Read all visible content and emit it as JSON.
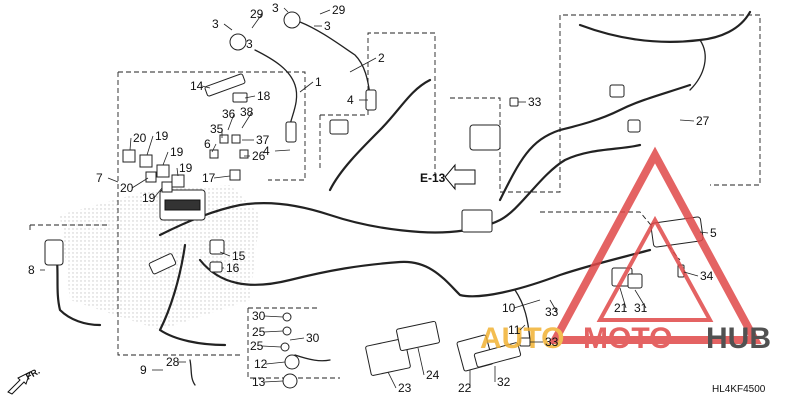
{
  "diagram": {
    "ref_code": "HL4KF4500",
    "arrow_ref": "E-13",
    "front_label": "FR.",
    "callouts": [
      {
        "id": "c3a",
        "label": "3"
      },
      {
        "id": "c29a",
        "label": "29"
      },
      {
        "id": "c3b",
        "label": "3"
      },
      {
        "id": "c3c",
        "label": "3"
      },
      {
        "id": "c29b",
        "label": "29"
      },
      {
        "id": "c3d",
        "label": "3"
      },
      {
        "id": "c2",
        "label": "2"
      },
      {
        "id": "c1",
        "label": "1"
      },
      {
        "id": "c4a",
        "label": "4"
      },
      {
        "id": "c4b",
        "label": "4"
      },
      {
        "id": "c14",
        "label": "14"
      },
      {
        "id": "c18",
        "label": "18"
      },
      {
        "id": "c36",
        "label": "36"
      },
      {
        "id": "c38",
        "label": "38"
      },
      {
        "id": "c35",
        "label": "35"
      },
      {
        "id": "c37",
        "label": "37"
      },
      {
        "id": "c6",
        "label": "6"
      },
      {
        "id": "c26",
        "label": "26"
      },
      {
        "id": "c20a",
        "label": "20"
      },
      {
        "id": "c19a",
        "label": "19"
      },
      {
        "id": "c19b",
        "label": "19"
      },
      {
        "id": "c19c",
        "label": "19"
      },
      {
        "id": "c7",
        "label": "7"
      },
      {
        "id": "c20b",
        "label": "20"
      },
      {
        "id": "c19d",
        "label": "19"
      },
      {
        "id": "c17",
        "label": "17"
      },
      {
        "id": "c33a",
        "label": "33"
      },
      {
        "id": "c27",
        "label": "27"
      },
      {
        "id": "c5",
        "label": "5"
      },
      {
        "id": "c8",
        "label": "8"
      },
      {
        "id": "c15",
        "label": "15"
      },
      {
        "id": "c16",
        "label": "16"
      },
      {
        "id": "c34",
        "label": "34"
      },
      {
        "id": "c21",
        "label": "21"
      },
      {
        "id": "c31",
        "label": "31"
      },
      {
        "id": "c10",
        "label": "10"
      },
      {
        "id": "c33b",
        "label": "33"
      },
      {
        "id": "c33c",
        "label": "33"
      },
      {
        "id": "c30a",
        "label": "30"
      },
      {
        "id": "c25a",
        "label": "25"
      },
      {
        "id": "c30b",
        "label": "30"
      },
      {
        "id": "c25b",
        "label": "25"
      },
      {
        "id": "c12",
        "label": "12"
      },
      {
        "id": "c13",
        "label": "13"
      },
      {
        "id": "c9",
        "label": "9"
      },
      {
        "id": "c28",
        "label": "28"
      },
      {
        "id": "c23",
        "label": "23"
      },
      {
        "id": "c24",
        "label": "24"
      },
      {
        "id": "c22",
        "label": "22"
      },
      {
        "id": "c32",
        "label": "32"
      },
      {
        "id": "c11",
        "label": "11"
      }
    ]
  },
  "watermark": {
    "text_auto": "AUTO",
    "text_moto": "MOTO",
    "text_hub": "HUB",
    "color_primary": "#e04848",
    "color_accent": "#f2b233",
    "color_dark": "#333333"
  }
}
